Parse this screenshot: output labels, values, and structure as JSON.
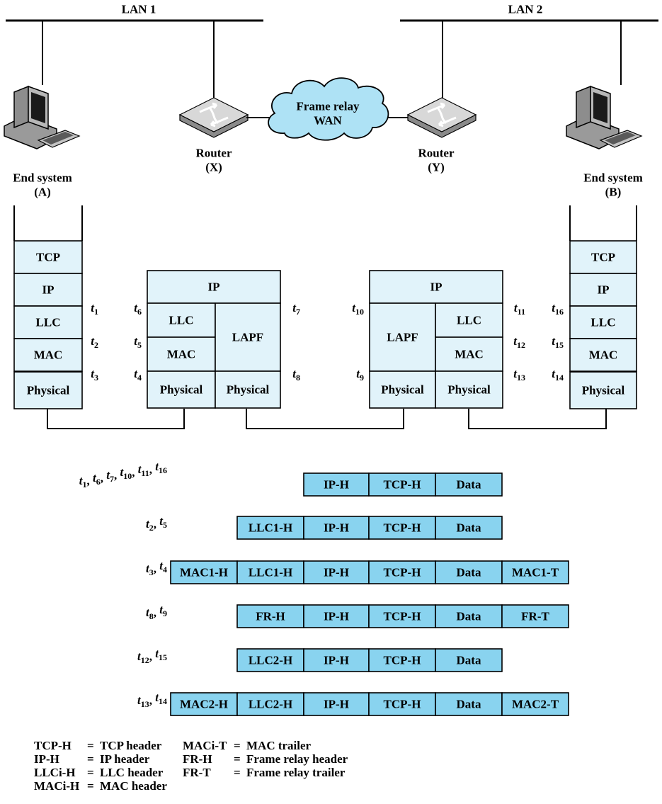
{
  "lans": [
    "LAN 1",
    "LAN 2"
  ],
  "cloud": [
    "Frame relay",
    "WAN"
  ],
  "devices": [
    {
      "name": "End system",
      "id": "(A)"
    },
    {
      "name": "Router",
      "id": "(X)"
    },
    {
      "name": "Router",
      "id": "(Y)"
    },
    {
      "name": "End system",
      "id": "(B)"
    }
  ],
  "stacks": {
    "end_a": [
      "TCP",
      "IP",
      "LLC",
      "MAC",
      "Physical"
    ],
    "router_x": {
      "top": "IP",
      "left": [
        "LLC",
        "MAC",
        "Physical"
      ],
      "right": [
        "LAPF",
        "Physical"
      ]
    },
    "router_y": {
      "top": "IP",
      "left": [
        "LAPF",
        "Physical"
      ],
      "right": [
        "LLC",
        "MAC",
        "Physical"
      ]
    },
    "end_b": [
      "TCP",
      "IP",
      "LLC",
      "MAC",
      "Physical"
    ]
  },
  "time_points": [
    "1",
    "2",
    "3",
    "4",
    "5",
    "6",
    "7",
    "8",
    "9",
    "10",
    "11",
    "12",
    "13",
    "14",
    "15",
    "16"
  ],
  "pdu_rows": [
    {
      "times": [
        "1",
        "6",
        "7",
        "10",
        "11",
        "16"
      ],
      "fields": [
        "IP-H",
        "TCP-H",
        "Data"
      ]
    },
    {
      "times": [
        "2",
        "5"
      ],
      "fields": [
        "LLC1-H",
        "IP-H",
        "TCP-H",
        "Data"
      ]
    },
    {
      "times": [
        "3",
        "4"
      ],
      "fields": [
        "MAC1-H",
        "LLC1-H",
        "IP-H",
        "TCP-H",
        "Data",
        "MAC1-T"
      ]
    },
    {
      "times": [
        "8",
        "9"
      ],
      "fields": [
        "FR-H",
        "IP-H",
        "TCP-H",
        "Data",
        "FR-T"
      ]
    },
    {
      "times": [
        "12",
        "15"
      ],
      "fields": [
        "LLC2-H",
        "IP-H",
        "TCP-H",
        "Data"
      ]
    },
    {
      "times": [
        "13",
        "14"
      ],
      "fields": [
        "MAC2-H",
        "LLC2-H",
        "IP-H",
        "TCP-H",
        "Data",
        "MAC2-T"
      ]
    }
  ],
  "legend": [
    [
      {
        "term": "TCP-H",
        "def": "TCP header"
      },
      {
        "term": "MACi-T",
        "def": "MAC trailer"
      }
    ],
    [
      {
        "term": "IP-H",
        "def": "IP header"
      },
      {
        "term": "FR-H",
        "def": "Frame relay header"
      }
    ],
    [
      {
        "term": "LLCi-H",
        "def": "LLC header"
      },
      {
        "term": "FR-T",
        "def": "Frame relay trailer"
      }
    ],
    [
      {
        "term": "MACi-H",
        "def": "MAC header"
      },
      null
    ]
  ],
  "colors": {
    "layer_fill": "#e1f3fa",
    "pdu_fill": "#89d3ef",
    "cloud_fill": "#aee2f5",
    "line": "#000000"
  }
}
